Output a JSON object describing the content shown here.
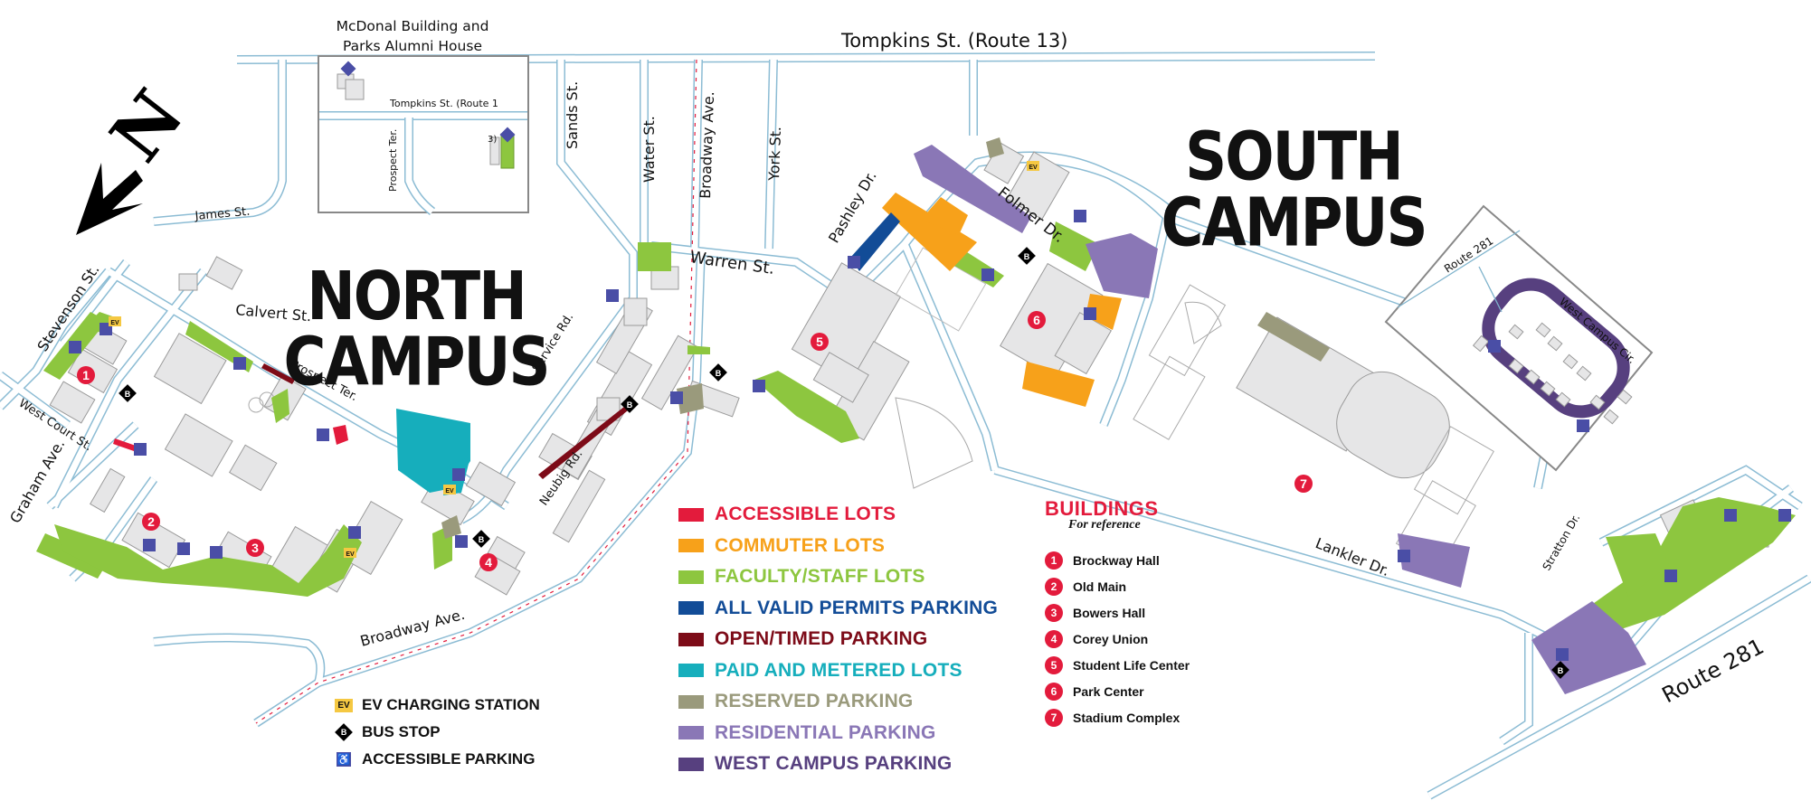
{
  "map": {
    "north_arrow_label": "N",
    "campus_labels": {
      "north": [
        "NORTH",
        "CAMPUS"
      ],
      "south": [
        "SOUTH",
        "CAMPUS"
      ]
    },
    "inset": {
      "title_line1": "McDonal Building and",
      "title_line2": "Parks Alumni House",
      "street_tompkins": "Tompkins St. (Route 1",
      "street_prospect": "Prospect Ter.",
      "marker_3": "3)"
    },
    "streets": {
      "tompkins": "Tompkins St. (Route 13)",
      "james": "James St.",
      "calvert": "Calvert St.",
      "stevenson": "Stevenson St.",
      "west_court": "West Court St.",
      "graham": "Graham Ave.",
      "prospect": "Prospect Ter.",
      "service": "Service Rd.",
      "neubig": "Neubig Rd.",
      "sands": "Sands St.",
      "water": "Water St.",
      "broadway_north": "Broadway Ave.",
      "broadway_south": "Broadway Ave.",
      "york": "York St.",
      "warren": "Warren St.",
      "pashley": "Pashley Dr.",
      "folmer": "Folmer Dr.",
      "lankler": "Lankler Dr.",
      "stratton": "Stratton Dr.",
      "route281": "Route 281",
      "route281_inset": "Route 281",
      "west_campus_cir": "West Campus Cir."
    },
    "building_markers": [
      "1",
      "2",
      "3",
      "4",
      "5",
      "6",
      "7"
    ],
    "ev_marker": "EV",
    "bus_marker": "B",
    "accessible_marker": "♿"
  },
  "legend": {
    "lots": [
      {
        "label": "ACCESSIBLE LOTS",
        "color": "#e31b3c"
      },
      {
        "label": "COMMUTER LOTS",
        "color": "#f7a11a"
      },
      {
        "label": "FACULTY/STAFF LOTS",
        "color": "#8dc63f"
      },
      {
        "label": "ALL VALID PERMITS PARKING",
        "color": "#124c97"
      },
      {
        "label": "OPEN/TIMED PARKING",
        "color": "#7d0b18"
      },
      {
        "label": "PAID AND METERED LOTS",
        "color": "#16aebc"
      },
      {
        "label": "RESERVED PARKING",
        "color": "#9a9a7c"
      },
      {
        "label": "RESIDENTIAL PARKING",
        "color": "#8a77b6"
      },
      {
        "label": "WEST CAMPUS PARKING",
        "color": "#57407f"
      }
    ],
    "symbols": [
      {
        "icon": "ev-icon",
        "glyph": "EV",
        "label": "EV CHARGING STATION"
      },
      {
        "icon": "bus-stop-icon",
        "glyph": "B",
        "label": "BUS STOP"
      },
      {
        "icon": "accessible-icon",
        "glyph": "♿",
        "label": "ACCESSIBLE PARKING"
      }
    ]
  },
  "buildings": {
    "title": "BUILDINGS",
    "subtitle": "For reference",
    "items": [
      {
        "num": "1",
        "name": "Brockway Hall"
      },
      {
        "num": "2",
        "name": "Old Main"
      },
      {
        "num": "3",
        "name": "Bowers Hall"
      },
      {
        "num": "4",
        "name": "Corey Union"
      },
      {
        "num": "5",
        "name": "Student Life Center"
      },
      {
        "num": "6",
        "name": "Park Center"
      },
      {
        "num": "7",
        "name": "Stadium Complex"
      }
    ]
  },
  "colors": {
    "road": "#8cbcd4",
    "building": "#e6e6e7",
    "building_stroke": "#9a9a9a",
    "marker_red": "#e31b3c",
    "accessible_blue": "#4a4ea6",
    "ev_yellow": "#f5c842"
  }
}
